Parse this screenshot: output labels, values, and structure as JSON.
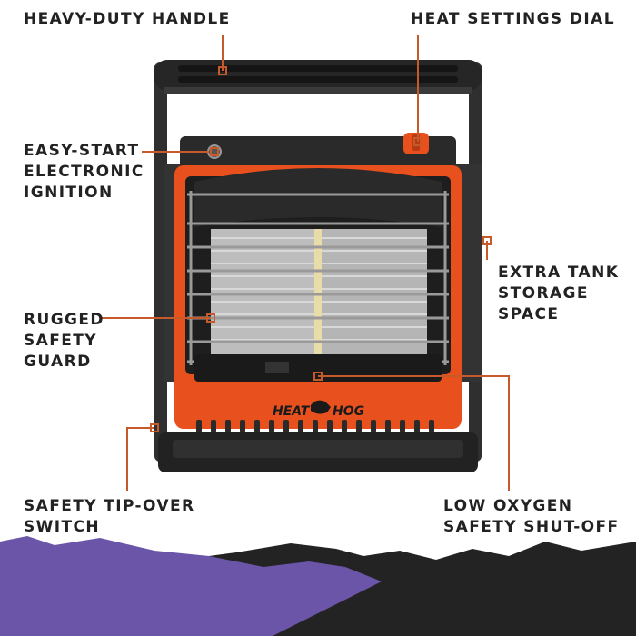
{
  "callouts": {
    "handle": "HEAVY-DUTY HANDLE",
    "dial": "HEAT SETTINGS DIAL",
    "ignition": "EASY-START\nELECTRONIC\nIGNITION",
    "tank": "EXTRA TANK\nSTORAGE\nSPACE",
    "guard": "RUGGED\nSAFETY\nGUARD",
    "tipover": "SAFETY TIP-OVER\nSWITCH",
    "oxygen": "LOW OXYGEN\nSAFETY SHUT-OFF"
  },
  "brand": {
    "left": "HEAT",
    "right": "HOG"
  },
  "colors": {
    "accent_orange": "#e8501e",
    "leader_line": "#c75a2a",
    "body_dark": "#2b2b2b",
    "mountain_purple": "#6a55a8",
    "mountain_dark": "#232323"
  }
}
